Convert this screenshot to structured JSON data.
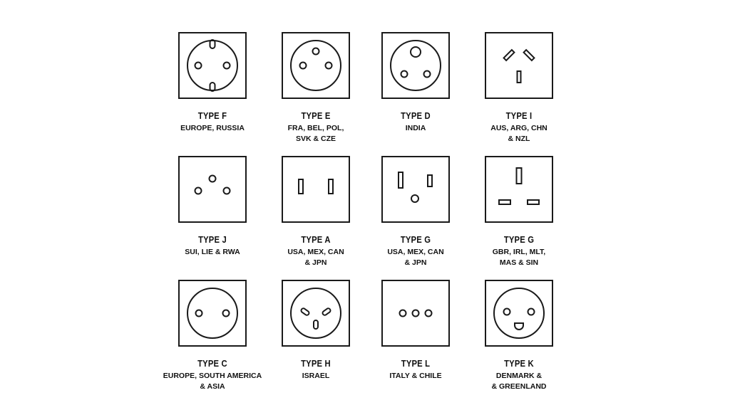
{
  "colors": {
    "stroke": "#1a1a1a",
    "background": "#ffffff"
  },
  "sockets": [
    {
      "type": "TYPE F",
      "countries": "EUROPE, RUSSIA",
      "icon": "type-f-socket-icon"
    },
    {
      "type": "TYPE E",
      "countries": "FRA, BEL, POL,\nSVK & CZE",
      "icon": "type-e-socket-icon"
    },
    {
      "type": "TYPE D",
      "countries": "INDIA",
      "icon": "type-d-socket-icon"
    },
    {
      "type": "TYPE I",
      "countries": "AUS, ARG, CHN\n& NZL",
      "icon": "type-i-socket-icon"
    },
    {
      "type": "TYPE J",
      "countries": "SUI, LIE & RWA",
      "icon": "type-j-socket-icon"
    },
    {
      "type": "TYPE A",
      "countries": "USA, MEX, CAN\n& JPN",
      "icon": "type-a-socket-icon"
    },
    {
      "type": "TYPE G",
      "countries": "USA, MEX, CAN\n& JPN",
      "icon": "type-b-socket-icon"
    },
    {
      "type": "TYPE G",
      "countries": "GBR, IRL, MLT,\nMAS & SIN",
      "icon": "type-g-socket-icon"
    },
    {
      "type": "TYPE C",
      "countries": "EUROPE, SOUTH AMERICA\n& ASIA",
      "icon": "type-c-socket-icon"
    },
    {
      "type": "TYPE H",
      "countries": "ISRAEL",
      "icon": "type-h-socket-icon"
    },
    {
      "type": "TYPE L",
      "countries": "ITALY & CHILE",
      "icon": "type-l-socket-icon"
    },
    {
      "type": "TYPE K",
      "countries": "DENMARK &\n& GREENLAND",
      "icon": "type-k-socket-icon"
    }
  ]
}
